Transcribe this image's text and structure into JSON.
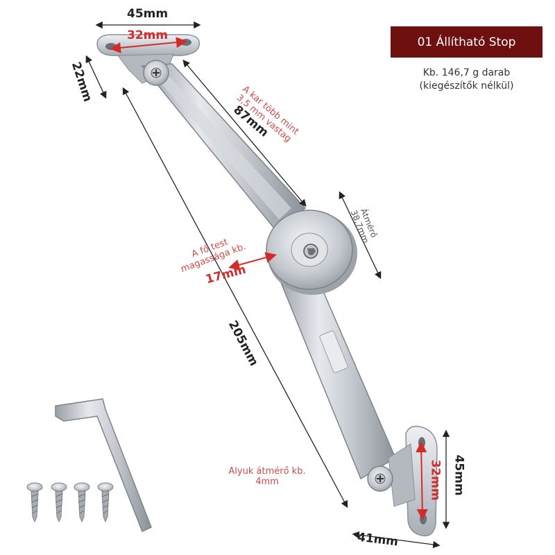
{
  "header": {
    "title": "01 Állítható Stop",
    "weight_line1": "Kb. 146,7 g darab",
    "weight_line2": "(kiegészítők nélkül)"
  },
  "dimensions": {
    "top_plate_width": "45mm",
    "top_hole_spacing": "32mm",
    "top_plate_height": "22mm",
    "upper_arm_length": "87mm",
    "total_length": "205mm",
    "main_body_height": "17mm",
    "bottom_plate_height": "45mm",
    "bottom_hole_spacing": "32mm",
    "bottom_plate_width": "41mm"
  },
  "notes": {
    "arm_thickness": "A kar több mint 3,5 mm vastag",
    "main_body_height_label": "A fő test magassága kb.",
    "hole_diameter_line1": "Alyuk átmérő kb.",
    "hole_diameter_line2": "4mm",
    "diameter_label": "Átmérő",
    "diameter_value": "38,7mm"
  },
  "accessories": {
    "screw_count": 4,
    "tool": "hex-key"
  },
  "colors": {
    "title_bg": "#6e1010",
    "dimension_red": "#d32a2a",
    "note_red": "#d04a4a",
    "metal": "#c8ccd2"
  }
}
